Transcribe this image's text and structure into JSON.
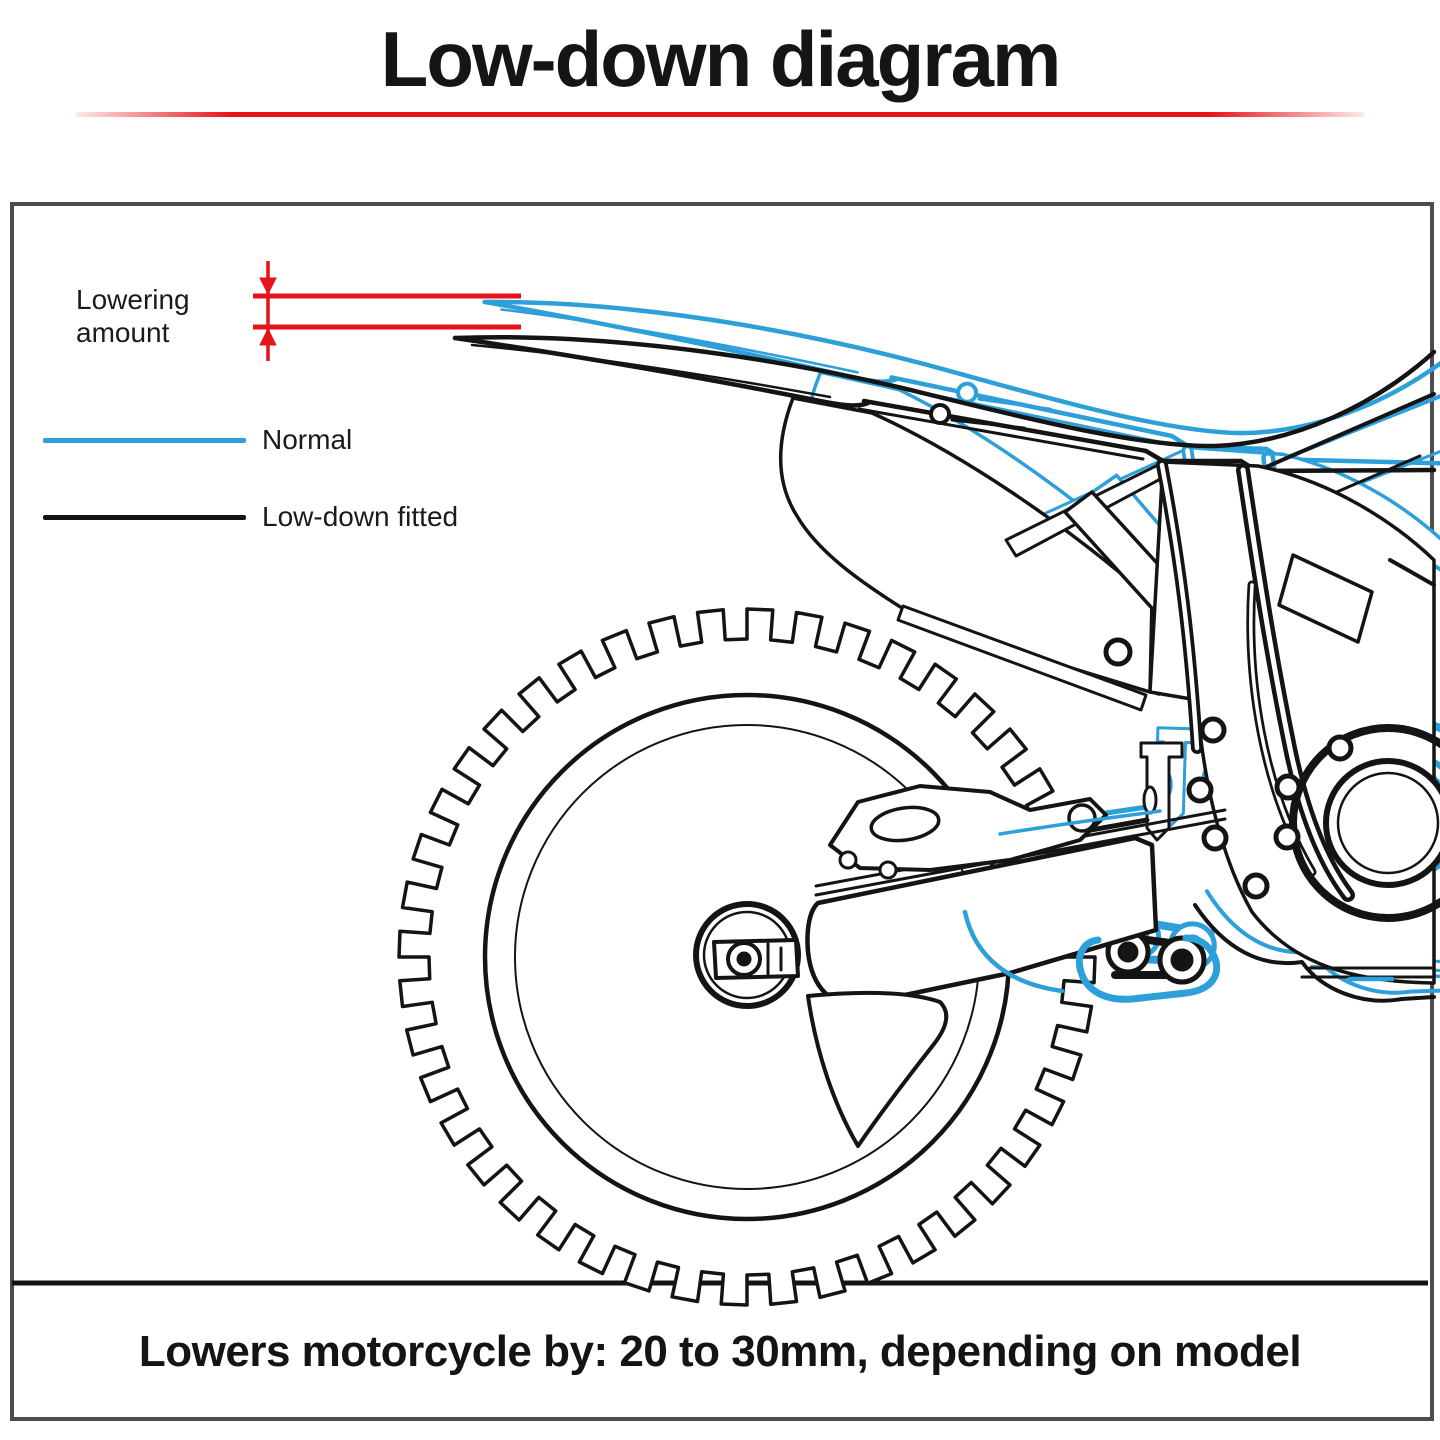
{
  "title": "Low-down diagram",
  "diagram": {
    "dimension_label": {
      "line1": "Lowering",
      "line2": "amount"
    },
    "legend": {
      "items": [
        {
          "id": "normal",
          "label": "Normal",
          "color": "#2d9fd9"
        },
        {
          "id": "lowdown",
          "label": "Low-down fitted",
          "color": "#141414"
        }
      ]
    },
    "caption": "Lowers motorcycle by: 20 to 30mm, depending on model",
    "colors": {
      "dimension_red": "#e6141a",
      "normal_blue": "#2d9fd9",
      "lowdown_black": "#141414",
      "panel_border_gray": "#4d4d4d"
    },
    "illustration_subject": "rear half of off-road motorcycle, side view, normal vs lowered position"
  }
}
